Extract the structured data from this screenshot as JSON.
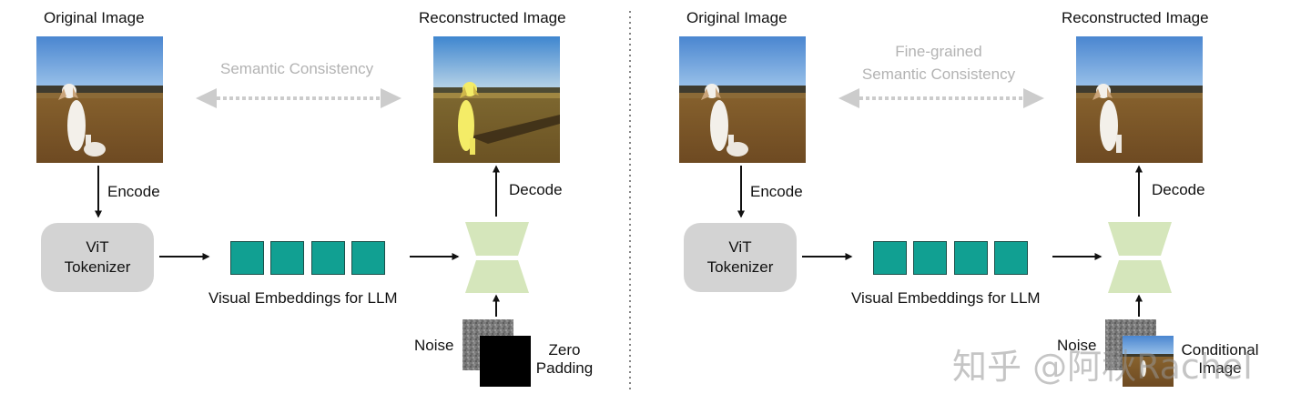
{
  "left_panel": {
    "original_label": "Original Image",
    "reconstructed_label": "Reconstructed Image",
    "consistency_label": "Semantic Consistency",
    "encode_label": "Encode",
    "decode_label": "Decode",
    "tokenizer_line1": "ViT",
    "tokenizer_line2": "Tokenizer",
    "embeddings_label": "Visual Embeddings for LLM",
    "noise_label": "Noise",
    "padding_line1": "Zero",
    "padding_line2": "Padding"
  },
  "right_panel": {
    "original_label": "Original Image",
    "reconstructed_label": "Reconstructed Image",
    "consistency_line1": "Fine-grained",
    "consistency_line2": "Semantic Consistency",
    "encode_label": "Encode",
    "decode_label": "Decode",
    "tokenizer_line1": "ViT",
    "tokenizer_line2": "Tokenizer",
    "embeddings_label": "Visual Embeddings for LLM",
    "noise_label": "Noise",
    "conditional_line1": "Conditional",
    "conditional_line2": "Image"
  },
  "watermark": "知乎 @阿秋Rachel",
  "colors": {
    "embedding": "#11a092",
    "decoder": "#d5e6bb",
    "tokenizer": "#d3d3d3",
    "consistency": "#cccccc"
  }
}
